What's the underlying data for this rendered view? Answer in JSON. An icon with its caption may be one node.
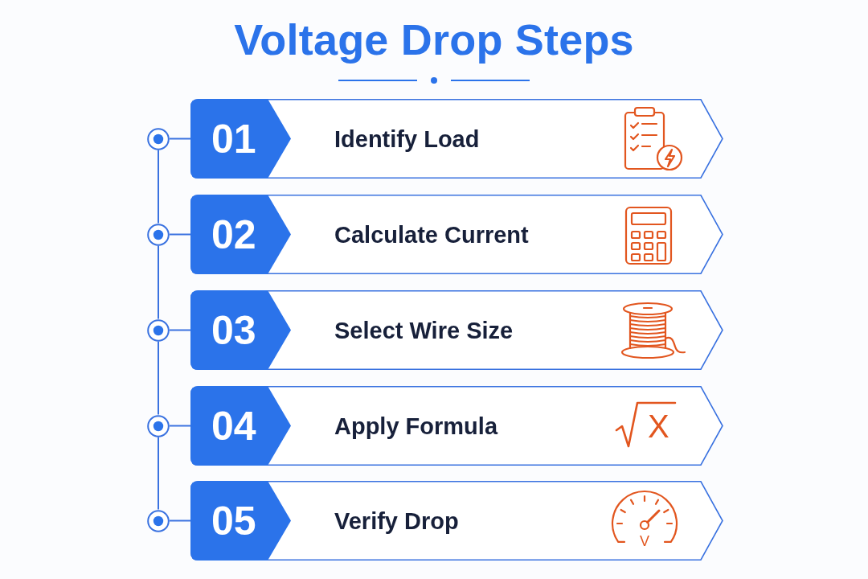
{
  "diagram": {
    "title": "Voltage Drop Steps",
    "nodes": [
      {
        "text": [
          "01",
          "Identify Load"
        ]
      },
      {
        "text": [
          "02",
          "Calculate Current"
        ]
      },
      {
        "text": [
          "03",
          "Select Wire Size"
        ]
      },
      {
        "text": [
          "04",
          "Apply Formula",
          "X"
        ]
      },
      {
        "text": [
          "05",
          "Verify Drop",
          "V"
        ]
      },
      {
        "text": [],
        "shape": "circle"
      },
      {
        "text": [],
        "shape": "circle"
      },
      {
        "text": [],
        "shape": "circle"
      },
      {
        "text": [],
        "shape": "circle"
      },
      {
        "text": [],
        "shape": "circle"
      }
    ],
    "edges": [
      {
        "from": 5,
        "to": 0,
        "arrow": "none"
      },
      {
        "from": 5,
        "to": 6,
        "arrow": "none"
      },
      {
        "from": 6,
        "to": 1,
        "arrow": "none"
      },
      {
        "from": 6,
        "to": 7,
        "arrow": "none"
      },
      {
        "from": 7,
        "to": 2,
        "arrow": "none"
      },
      {
        "from": 7,
        "to": 8,
        "arrow": "none"
      },
      {
        "from": 8,
        "to": 3,
        "arrow": "none"
      },
      {
        "from": 8,
        "to": 9,
        "arrow": "none"
      },
      {
        "from": 9,
        "to": 4,
        "arrow": "none"
      }
    ]
  }
}
